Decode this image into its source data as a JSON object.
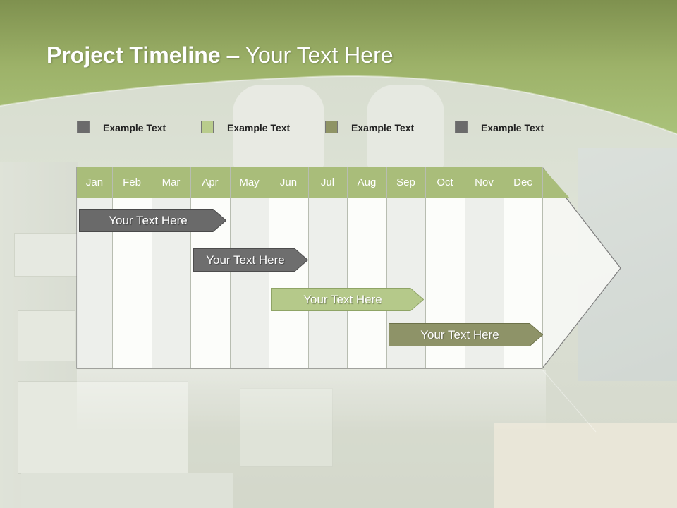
{
  "title": {
    "bold": "Project Timeline",
    "rest": " – Your Text Here"
  },
  "legend": [
    {
      "label": "Example Text",
      "color": "#6b6b6b"
    },
    {
      "label": "Example Text",
      "color": "#b9cc8c"
    },
    {
      "label": "Example Text",
      "color": "#8f9465"
    },
    {
      "label": "Example Text",
      "color": "#6b6b6b"
    }
  ],
  "months": [
    "Jan",
    "Feb",
    "Mar",
    "Apr",
    "May",
    "Jun",
    "Jul",
    "Aug",
    "Sep",
    "Oct",
    "Nov",
    "Dec"
  ],
  "tasks": [
    {
      "label": "Your  Text Here",
      "color": "#6a6a6a",
      "stroke": "#4a4a4a"
    },
    {
      "label": "Your  Text Here",
      "color": "#6e6e6e",
      "stroke": "#4d4d4d"
    },
    {
      "label": "Your  Text Here",
      "color": "#b5c98a",
      "stroke": "#8fa466"
    },
    {
      "label": "Your  Text Here",
      "color": "#8e9368",
      "stroke": "#6d7249"
    }
  ],
  "colors": {
    "header_green": "#9fb36c",
    "month_header": "#a9bd7a"
  }
}
